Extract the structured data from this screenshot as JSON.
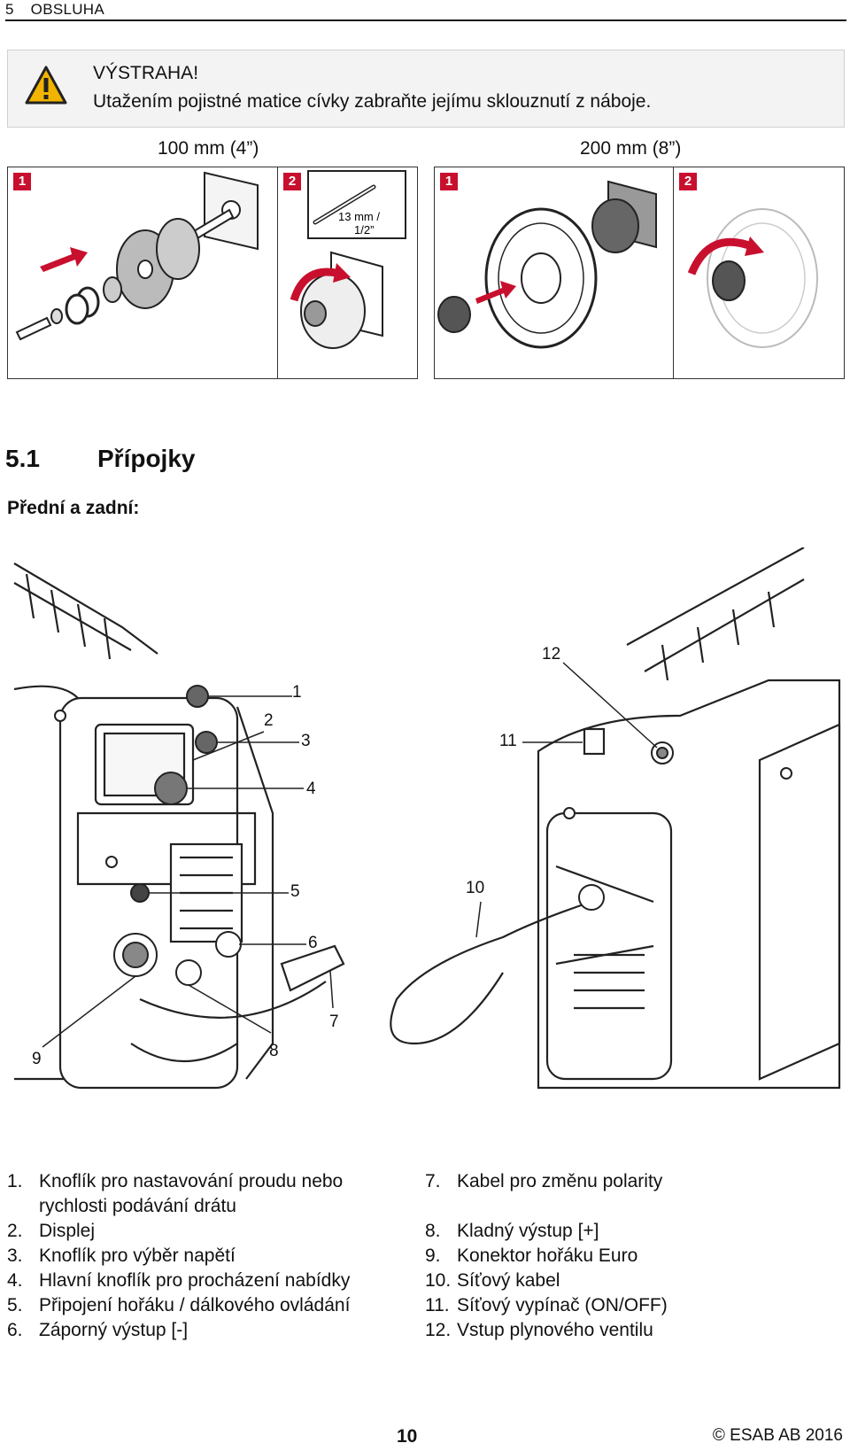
{
  "header": {
    "chapter": "5",
    "title": "OBSLUHA"
  },
  "warning": {
    "title": "VÝSTRAHA!",
    "text": "Utažením pojistné matice cívky zabraňte jejímu sklouznutí z náboje."
  },
  "sizes": {
    "left": "100 mm (4”)",
    "right": "200 mm (8”)"
  },
  "steps": {
    "one": "1",
    "two": "2"
  },
  "wrench": {
    "line1": "13 mm /",
    "line2": "1/2”"
  },
  "section": {
    "number": "5.1",
    "title": "Přípojky"
  },
  "subheading": "Přední a zadní:",
  "callouts": [
    "1",
    "2",
    "3",
    "4",
    "5",
    "6",
    "7",
    "8",
    "9",
    "10",
    "11",
    "12"
  ],
  "legend_left": [
    {
      "num": "1.",
      "text": "Knoflík pro nastavování proudu nebo",
      "text2": "rychlosti podávání drátu"
    },
    {
      "num": "2.",
      "text": "Displej"
    },
    {
      "num": "3.",
      "text": "Knoflík pro výběr napětí"
    },
    {
      "num": "4.",
      "text": "Hlavní knoflík pro procházení nabídky"
    },
    {
      "num": "5.",
      "text": "Připojení hořáku / dálkového ovládání"
    },
    {
      "num": "6.",
      "text": "Záporný výstup [-]"
    }
  ],
  "legend_right": [
    {
      "num": "7.",
      "text": "Kabel pro změnu polarity"
    },
    {
      "num": "8.",
      "text": "Kladný výstup [+]"
    },
    {
      "num": "9.",
      "text": "Konektor hořáku Euro"
    },
    {
      "num": "10.",
      "text": "Síťový kabel"
    },
    {
      "num": "11.",
      "text": "Síťový vypínač (ON/OFF)"
    },
    {
      "num": "12.",
      "text": "Vstup plynového ventilu"
    }
  ],
  "footer": {
    "page": "10",
    "copyright": "© ESAB AB 2016"
  },
  "colors": {
    "step_badge": "#c8102e",
    "arrow": "#c8102e",
    "warning_bg": "#f3f3f3",
    "warning_icon": "#f2b400"
  }
}
